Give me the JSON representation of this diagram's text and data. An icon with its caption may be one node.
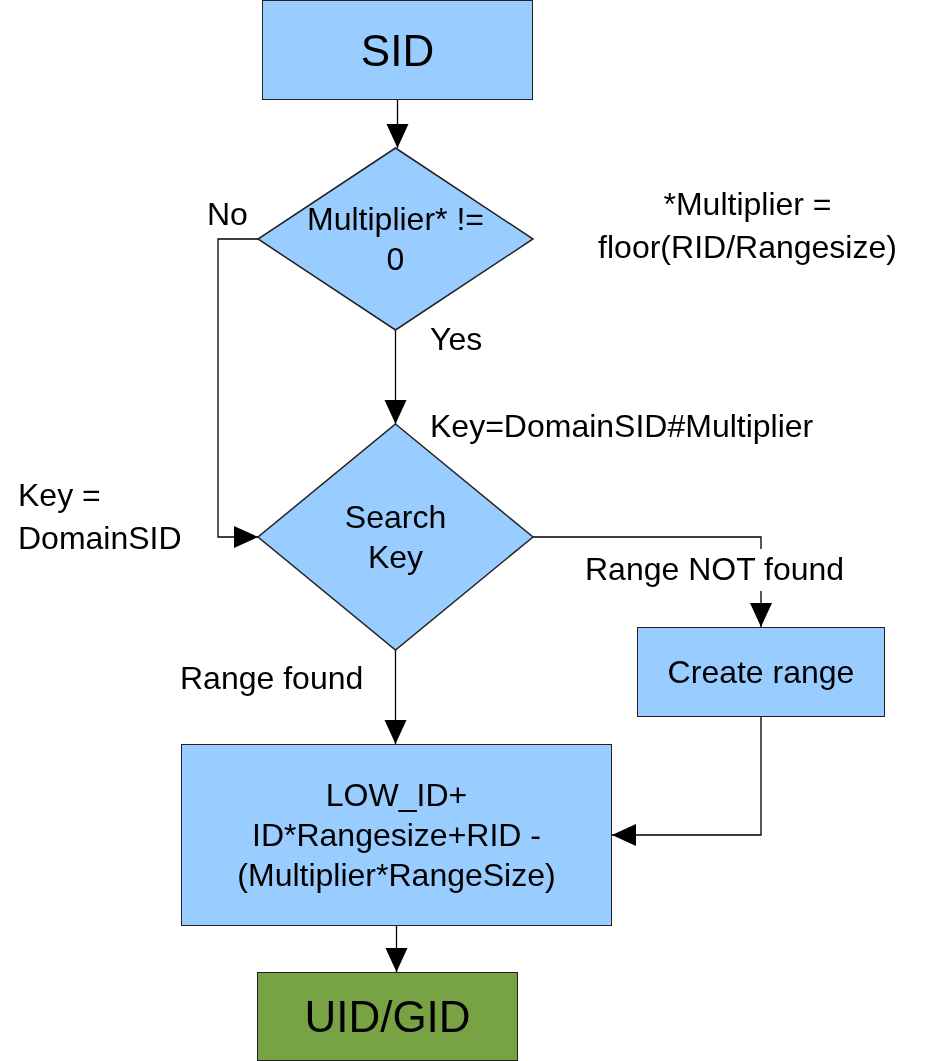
{
  "diagram": {
    "nodes": [
      {
        "text": [
          "SID"
        ]
      },
      {
        "text": [
          "Multiplier* != 0"
        ]
      },
      {
        "text": [
          "Search Key"
        ]
      },
      {
        "text": [
          "Create range"
        ]
      },
      {
        "text": [
          "LOW_ID+ ID*Rangesize+RID - (Multiplier*RangeSize)"
        ]
      },
      {
        "text": [
          "UID/GID"
        ]
      }
    ],
    "edges": [
      {
        "from": 0,
        "to": 1,
        "arrow": "to"
      },
      {
        "from": 1,
        "to": 2,
        "arrow": "to",
        "label": "Yes"
      },
      {
        "from": 1,
        "to": 2,
        "arrow": "to",
        "label": "No"
      },
      {
        "from": 2,
        "to": 3,
        "arrow": "to",
        "label": "Range NOT found"
      },
      {
        "from": 2,
        "to": 4,
        "arrow": "to",
        "label": "Range found"
      },
      {
        "from": 3,
        "to": 4,
        "arrow": "to"
      },
      {
        "from": 4,
        "to": 5,
        "arrow": "to"
      }
    ],
    "labels": [
      "*Multiplier = floor(RID/Rangesize)",
      "Key=DomainSID#Multiplier",
      "Key = DomainSID"
    ]
  }
}
